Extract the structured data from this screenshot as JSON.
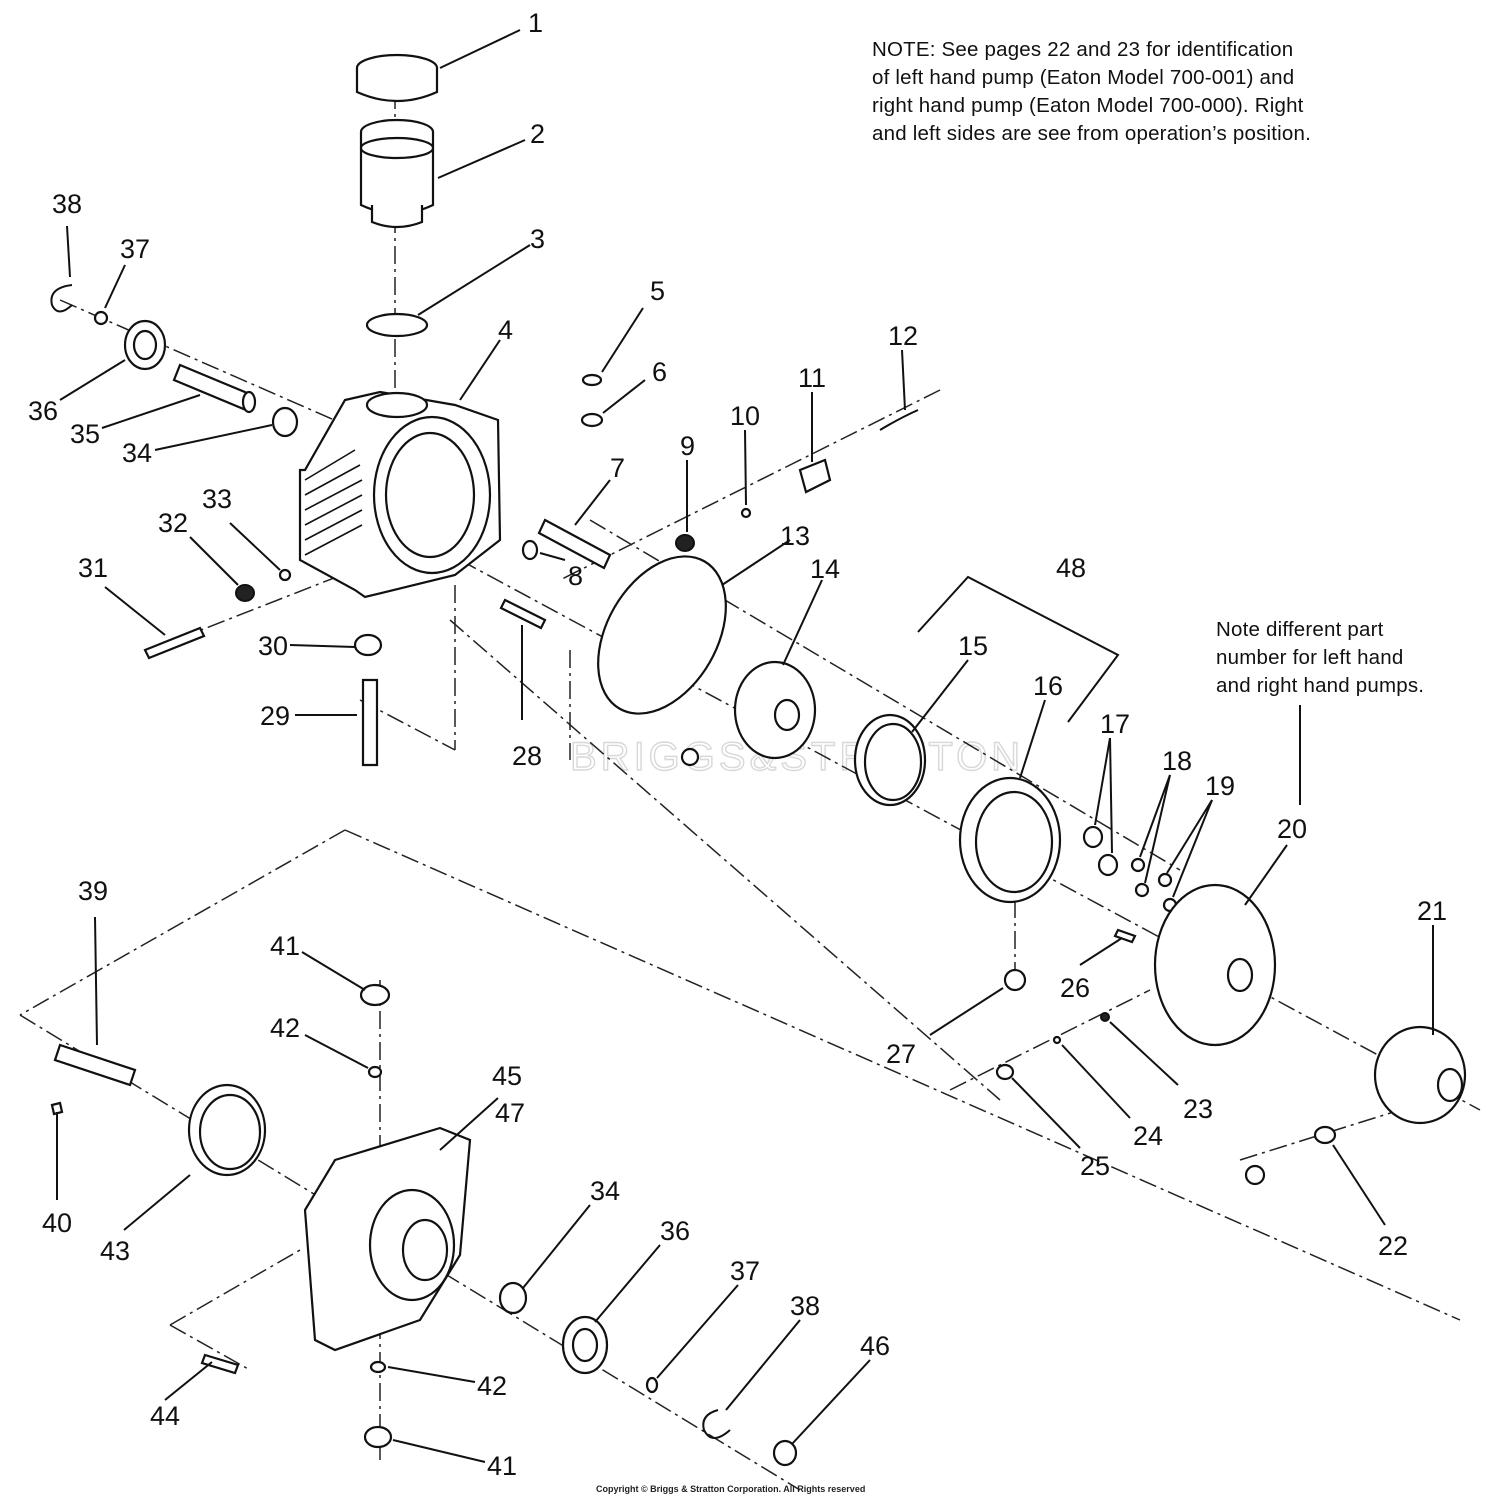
{
  "note_main": {
    "lines": [
      "NOTE: See pages 22 and 23 for identification",
      "of left hand pump (Eaton Model 700-001) and",
      "right hand pump (Eaton Model 700-000). Right",
      "and left sides are see from operation’s position."
    ]
  },
  "note_part": {
    "lines": [
      "Note different part",
      "number for left hand",
      "and right hand pumps."
    ]
  },
  "copyright": "Copyright © Briggs & Stratton Corporation. All Rights reserved",
  "watermark": "BRIGGS&STRATTON",
  "callouts": [
    "1",
    "2",
    "3",
    "4",
    "5",
    "6",
    "7",
    "8",
    "9",
    "10",
    "11",
    "12",
    "13",
    "14",
    "15",
    "16",
    "17",
    "18",
    "19",
    "20",
    "21",
    "22",
    "23",
    "24",
    "25",
    "26",
    "27",
    "28",
    "29",
    "30",
    "31",
    "32",
    "33",
    "34",
    "35",
    "36",
    "37",
    "38",
    "48",
    "39",
    "40",
    "41",
    "42",
    "43",
    "44",
    "45",
    "47",
    "34",
    "36",
    "37",
    "38",
    "46",
    "42",
    "41"
  ],
  "colors": {
    "ink": "#111111",
    "paper": "#ffffff"
  }
}
